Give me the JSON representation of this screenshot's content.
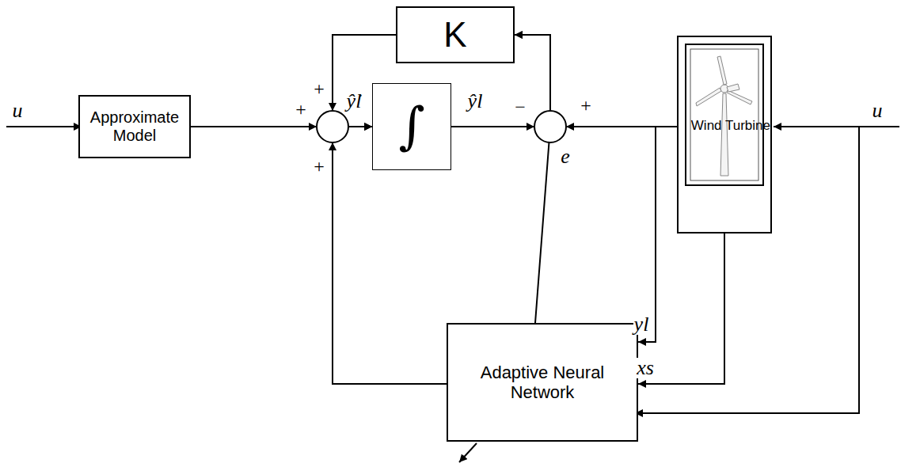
{
  "diagram": {
    "nodes": [
      {
        "text": [
          "K"
        ]
      },
      {
        "text": [
          "Approximate Model"
        ]
      },
      {
        "text": [
          "∫"
        ]
      },
      {
        "text": [
          "Wind Turbine"
        ]
      },
      {
        "text": [
          "Adaptive Neural Network"
        ]
      }
    ],
    "edges": [
      {
        "from": 1,
        "to": 2,
        "arrow": "to"
      },
      {
        "from": 0,
        "to": 2,
        "arrow": "to"
      },
      {
        "from": 4,
        "to": 2,
        "arrow": "to"
      },
      {
        "from": 2,
        "to": 0,
        "arrow": "to"
      },
      {
        "from": 3,
        "to": 0,
        "arrow": "to"
      },
      {
        "from": 2,
        "to": 4,
        "arrow": "none"
      },
      {
        "from": 3,
        "to": 4,
        "arrow": "to"
      },
      {
        "from": 3,
        "to": 4,
        "arrow": "to"
      }
    ],
    "labels": [
      "u",
      "+",
      "ŷ̇l",
      "+",
      "+",
      "ŷl",
      "−",
      "+",
      "e",
      "yl",
      "xs",
      "u"
    ]
  }
}
